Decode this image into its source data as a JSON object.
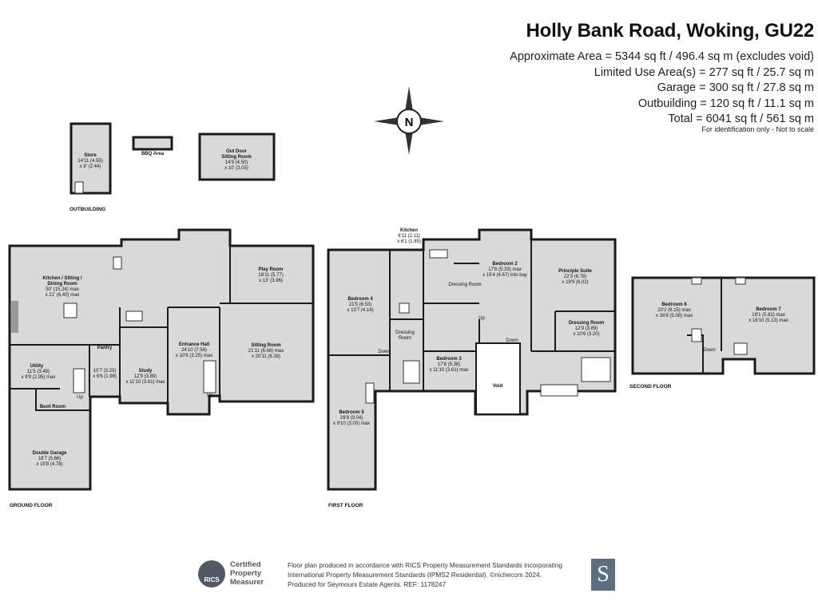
{
  "header": {
    "title": "Holly Bank Road, Woking, GU22",
    "areas": [
      "Approximate Area = 5344 sq ft / 496.4 sq m (excludes void)",
      "Limited Use Area(s) = 277 sq ft / 25.7 sq m",
      "Garage = 300 sq ft / 27.8 sq m",
      "Outbuilding = 120 sq ft / 11.1 sq m",
      "Total = 6041 sq ft / 561 sq m"
    ],
    "note": "For identification only - Not to scale"
  },
  "compass": {
    "letter": "N"
  },
  "floors": {
    "outbuilding": {
      "label": "OUTBUILDING",
      "rooms": {
        "store": [
          "Store",
          "14'11 (4.55)",
          "x 8' (2.44)"
        ],
        "bbq": [
          "BBQ Area"
        ],
        "outdoor": [
          "Out Door",
          "Sitting Room",
          "14'9 (4.50)",
          "x 10' (3.05)"
        ]
      }
    },
    "ground": {
      "label": "GROUND FLOOR",
      "rooms": {
        "kitchen": [
          "Kitchen / Sitting /",
          "Dining Room",
          "50' (15.24) max",
          "x 21' (6.40) max"
        ],
        "playroom": [
          "Play Room",
          "18'11 (5.77)",
          "x 13' (3.96)"
        ],
        "sitting": [
          "Sitting Room",
          "21'11 (6.68) max",
          "x 20'11 (6.38)"
        ],
        "hall": [
          "Entrance Hall",
          "24'10 (7.56)",
          "x 10'8 (3.25) max"
        ],
        "study": [
          "Study",
          "12'9 (3.89)",
          "x 11'10 (3.61) max"
        ],
        "pantry": [
          "Pantry",
          "10'7 (3.23)",
          "x 6'6 (1.98)"
        ],
        "utility": [
          "Utility",
          "11'5 (3.48)",
          "x 9'9 (2.95) max"
        ],
        "bootroom": [
          "Boot Room"
        ],
        "garage": [
          "Double Garage",
          "18'7 (5.66)",
          "x 15'8 (4.78)"
        ]
      },
      "up": "Up",
      "up2": "Up"
    },
    "first": {
      "label": "FIRST FLOOR",
      "rooms": {
        "kitchen": [
          "Kitchen",
          "6'11 (2.11)",
          "x 6'1 (1.85)"
        ],
        "bed4": [
          "Bedroom 4",
          "21'5 (6.53)",
          "x 13'7 (4.14)"
        ],
        "bed2": [
          "Bedroom 2",
          "17'6 (5.33) max",
          "x 15'4 (4.67) into bay"
        ],
        "dress1": [
          "Dressing Room"
        ],
        "principle": [
          "Principle Suite",
          "22'3 (6.78)",
          "x 19'9 (6.02)"
        ],
        "dress2": [
          "Dressing Room",
          "12'9 (3.89)",
          "x 10'6 (3.20)"
        ],
        "dress3": [
          "Dressing",
          "Room"
        ],
        "bed3": [
          "Bedroom 3",
          "17'8 (5.38)",
          "x 11'10 (3.61) max"
        ],
        "void": [
          "Void"
        ],
        "bed5": [
          "Bedroom 5",
          "29'8 (9.04)",
          "x 9'10 (3.00) max"
        ]
      },
      "down": "Down",
      "down2": "Down",
      "up": "Up"
    },
    "second": {
      "label": "SECOND FLOOR",
      "rooms": {
        "bed6": [
          "Bedroom 6",
          "20'2 (6.15) max",
          "x 16'8 (5.08) max"
        ],
        "bed7": [
          "Bedroom 7",
          "19'1 (5.82) max",
          "x 16'10 (5.13) max"
        ]
      },
      "down": "Down"
    }
  },
  "footer": {
    "badge": "RICS",
    "cert": [
      "Certified",
      "Property",
      "Measurer"
    ],
    "text": [
      "Floor plan produced in accordance with RICS Property Measurement Standards incorporating",
      "International Property Measurement Standards (IPMS2 Residential). ©nichecom 2024.",
      "Produced for Seymours Estate Agents.   REF:  1178247"
    ],
    "logo": "S"
  }
}
